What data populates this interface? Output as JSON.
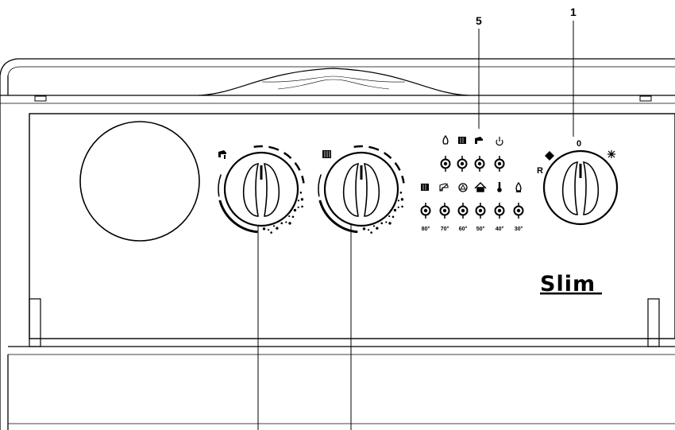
{
  "callouts": {
    "switch_callout": "1",
    "indicator_callout": "5"
  },
  "brand": {
    "logo_text": "Slim"
  },
  "mode_selector": {
    "left_label": "R",
    "top_label": "0"
  },
  "temperature_leds": [
    "80°",
    "70°",
    "60°",
    "50°",
    "40°",
    "30°"
  ],
  "icons": {
    "status_row": [
      "flame-icon",
      "radiator-icon",
      "tap-icon",
      "power-icon"
    ],
    "temperature_row": [
      "radiator-icon",
      "tap-icon",
      "warning-triangle-icon",
      "house-icon",
      "thermometer-icon",
      "flame-icon"
    ],
    "dhw_knob": "tap-icon",
    "heating_knob": "radiator-icon",
    "selector_left": "winter-mode-icon",
    "selector_right": "sun-icon"
  },
  "colors": {
    "line": "#000000",
    "background": "#ffffff"
  }
}
